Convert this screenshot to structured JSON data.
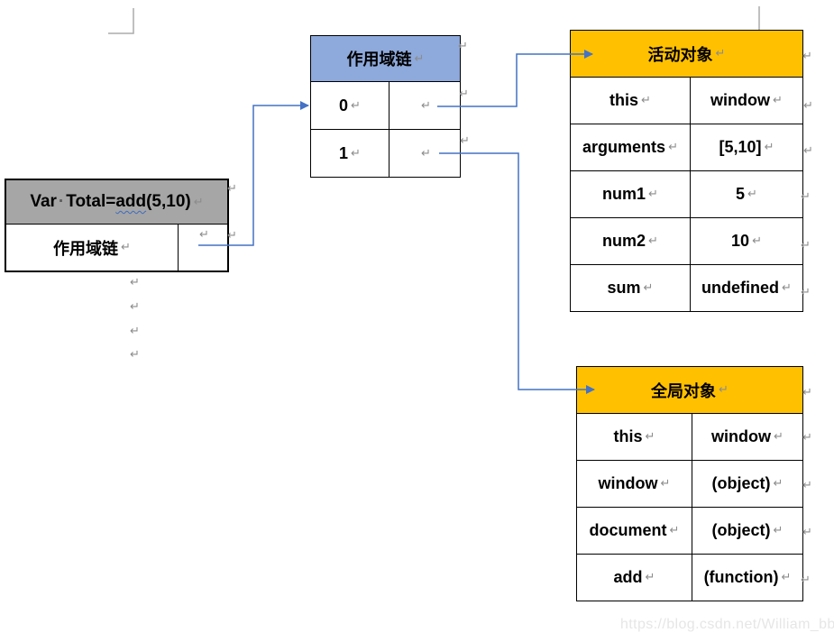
{
  "marks": {
    "pilcrow": "↵"
  },
  "watermark": {
    "text": "https://blog.csdn.net/William_bb"
  },
  "call_box": {
    "title": {
      "pre": "Var",
      "space_dot": "·",
      "mid": "Total=",
      "misspelled": "add",
      "post": "(5,10)"
    },
    "scope_label": "作用域链"
  },
  "scope_chain_table": {
    "header": "作用域链",
    "rows": [
      {
        "index": "0"
      },
      {
        "index": "1"
      }
    ]
  },
  "activation_object_table": {
    "header": "活动对象",
    "rows": [
      {
        "key": "this",
        "value": "window"
      },
      {
        "key": "arguments",
        "value": "[5,10]"
      },
      {
        "key": "num1",
        "value": "5"
      },
      {
        "key": "num2",
        "value": "10"
      },
      {
        "key": "sum",
        "value": "undefined"
      }
    ]
  },
  "global_object_table": {
    "header": "全局对象",
    "rows": [
      {
        "key": "this",
        "value": "window"
      },
      {
        "key": "window",
        "value": "(object)"
      },
      {
        "key": "document",
        "value": "(object)"
      },
      {
        "key": "add",
        "value": "(function)"
      }
    ]
  },
  "colors": {
    "scope_header_bg": "#8EA9DB",
    "object_header_bg": "#FFC000",
    "call_box_title_bg": "#A6A6A6",
    "arrow": "#4472C4",
    "border": "#000000"
  }
}
